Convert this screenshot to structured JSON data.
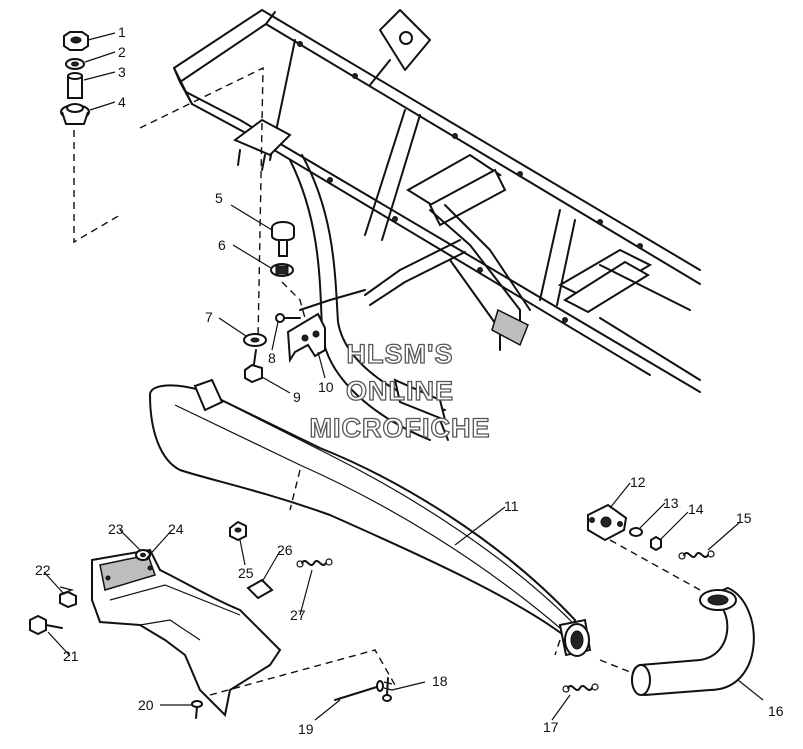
{
  "watermark": {
    "line1": "HLSM'S",
    "line2": "ONLINE",
    "line3": "MICROFICHE"
  },
  "callouts": [
    "1",
    "2",
    "3",
    "4",
    "5",
    "6",
    "7",
    "8",
    "9",
    "10",
    "11",
    "12",
    "13",
    "14",
    "15",
    "16",
    "17",
    "18",
    "19",
    "20",
    "21",
    "22",
    "23",
    "24",
    "25",
    "26",
    "27"
  ],
  "parts": [
    {
      "num": "1",
      "icon": "nut-icon"
    },
    {
      "num": "2",
      "icon": "washer-icon"
    },
    {
      "num": "3",
      "icon": "spacer-icon"
    },
    {
      "num": "4",
      "icon": "grommet-icon"
    },
    {
      "num": "5",
      "icon": "bolt-icon"
    },
    {
      "num": "6",
      "icon": "washer-icon"
    },
    {
      "num": "7",
      "icon": "washer-icon"
    },
    {
      "num": "8",
      "icon": "screw-icon"
    },
    {
      "num": "9",
      "icon": "bolt-icon"
    },
    {
      "num": "10",
      "icon": "bracket-icon"
    },
    {
      "num": "11",
      "icon": "muffler-icon"
    },
    {
      "num": "12",
      "icon": "flange-icon"
    },
    {
      "num": "13",
      "icon": "washer-icon"
    },
    {
      "num": "14",
      "icon": "nut-icon"
    },
    {
      "num": "15",
      "icon": "spring-icon"
    },
    {
      "num": "16",
      "icon": "exhaust-pipe-icon"
    },
    {
      "num": "17",
      "icon": "spring-icon"
    },
    {
      "num": "18",
      "icon": "screw-icon"
    },
    {
      "num": "19",
      "icon": "rivet-icon"
    },
    {
      "num": "20",
      "icon": "rivet-icon"
    },
    {
      "num": "21",
      "icon": "bolt-icon"
    },
    {
      "num": "22",
      "icon": "bolt-icon"
    },
    {
      "num": "23",
      "icon": "washer-icon"
    },
    {
      "num": "24",
      "icon": "heat-shield-icon"
    },
    {
      "num": "25",
      "icon": "nut-icon"
    },
    {
      "num": "26",
      "icon": "clip-icon"
    },
    {
      "num": "27",
      "icon": "spring-icon"
    }
  ]
}
